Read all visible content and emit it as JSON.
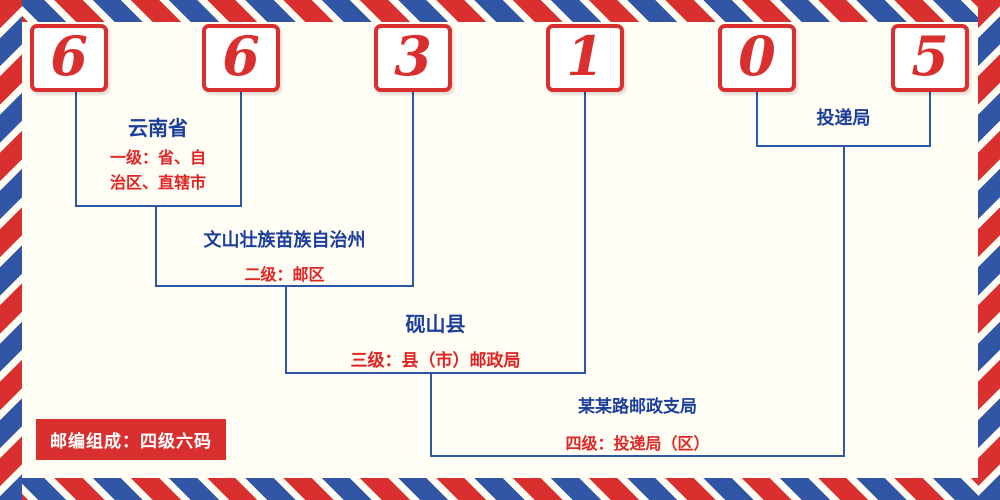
{
  "postal_code": {
    "digits": [
      "6",
      "6",
      "3",
      "1",
      "0",
      "5"
    ]
  },
  "levels": {
    "level1": {
      "title": "云南省",
      "desc_line1": "一级：省、自",
      "desc_line2": "治区、直辖市"
    },
    "level2": {
      "title": "文山壮族苗族自治州",
      "desc": "二级：邮区"
    },
    "level3": {
      "title": "砚山县",
      "desc": "三级：县（市）邮政局"
    },
    "level4": {
      "title": "某某路邮政支局",
      "desc": "四级：投递局（区）"
    },
    "delivery": {
      "title": "投递局"
    }
  },
  "footer": {
    "composition": "邮编组成：四级六码"
  },
  "colors": {
    "red": "#d9302f",
    "blue-stripe": "#3156a5",
    "blue-line": "#2e57a8",
    "blue-text": "#1c3f9c",
    "red-text": "#e02525",
    "bg": "#fffdf4"
  }
}
